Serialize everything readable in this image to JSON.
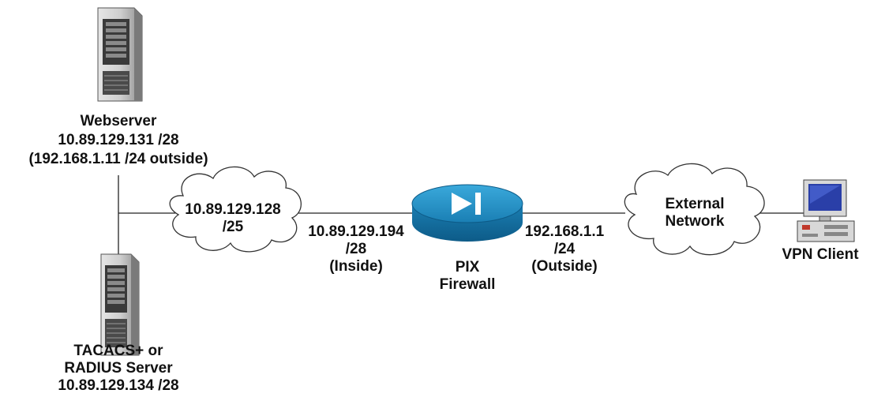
{
  "webserver": {
    "name": "Webserver",
    "ip": "10.89.129.131 /28",
    "outside_ip": "(192.168.1.11 /24 outside)",
    "icon": "server-tower-icon"
  },
  "auth_server": {
    "line1": "TACACS+ or",
    "line2": "RADIUS Server",
    "ip": "10.89.129.134 /28",
    "icon": "server-tower-icon"
  },
  "internal_cloud": {
    "line1": "10.89.129.128",
    "line2": "/25",
    "icon": "cloud-icon"
  },
  "inside_interface": {
    "ip": "10.89.129.194",
    "mask": "/28",
    "role": "(Inside)"
  },
  "firewall": {
    "line1": "PIX",
    "line2": "Firewall",
    "icon": "pix-firewall-icon",
    "color": "#1f8fc4"
  },
  "outside_interface": {
    "ip": "192.168.1.1",
    "mask": "/24",
    "role": "(Outside)"
  },
  "external_cloud": {
    "line1": "External",
    "line2": "Network",
    "icon": "cloud-icon"
  },
  "vpn_client": {
    "name": "VPN Client",
    "icon": "desktop-computer-icon"
  }
}
